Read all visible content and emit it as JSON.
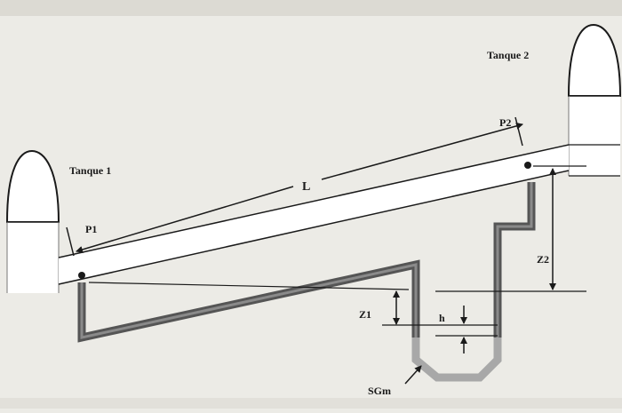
{
  "diagram": {
    "labels": {
      "tank1": "Tanque 1",
      "tank2": "Tanque 2",
      "p1": "P1",
      "p2": "P2",
      "length": "L",
      "z1": "Z1",
      "z2": "Z2",
      "h": "h",
      "sgm": "SGm"
    },
    "colors": {
      "background": "#ecebe6",
      "ink": "#1a1a1a",
      "pipe_dark": "#5a5a5a",
      "pipe_light": "#b4b4b4",
      "manometer_fluid": "#c8c8c8"
    }
  }
}
